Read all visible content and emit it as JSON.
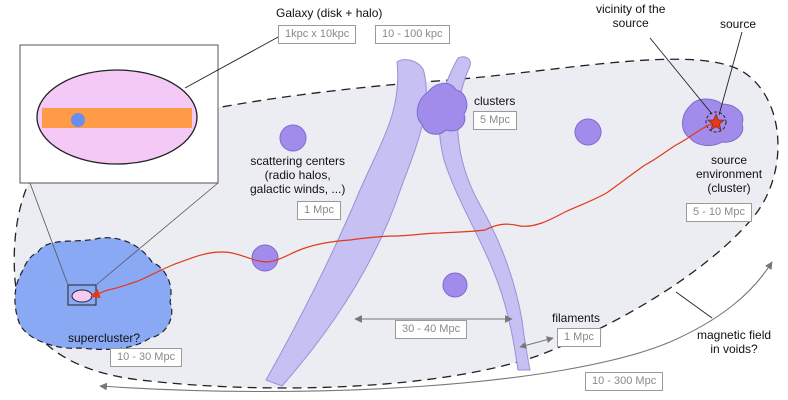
{
  "labels": {
    "galaxy": "Galaxy (disk + halo)",
    "galaxy_size": "1kpc x 10kpc",
    "galaxy_dist": "10 - 100 kpc",
    "vicinity_line1": "vicinity of the",
    "vicinity_line2": "source",
    "source": "source",
    "clusters": "clusters",
    "clusters_size": "5 Mpc",
    "scattering_line1": "scattering centers",
    "scattering_line2": "(radio halos,",
    "scattering_line3": "galactic winds, ...)",
    "scattering_size": "1 Mpc",
    "source_env_line1": "source",
    "source_env_line2": "environment",
    "source_env_line3": "(cluster)",
    "source_env_size": "5 - 10 Mpc",
    "filaments": "filaments",
    "filaments_size": "1 Mpc",
    "filament_gap": "30 - 40 Mpc",
    "supercluster": "supercluster?",
    "supercluster_size": "10 - 30 Mpc",
    "voids_line1": "magnetic field",
    "voids_line2": "in voids?",
    "overall_size": "10 - 300 Mpc"
  },
  "colors": {
    "void_fill": "#ececf3",
    "filament_fill": "#c7c0f2",
    "cluster_fill": "#a18cec",
    "supercluster_fill": "#8aa9f5",
    "galaxy_halo": "#f5c9f6",
    "galaxy_disk": "#ff9a47",
    "trajectory": "#e23a1a",
    "arrow_gray": "#777777"
  }
}
